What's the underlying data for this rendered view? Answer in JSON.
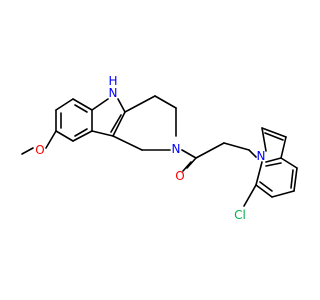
{
  "structure": {
    "atoms": {
      "nh": "N",
      "nh_h": "H",
      "n_ring": "N",
      "n_indole": "N",
      "o_methoxy": "O",
      "o_carbonyl": "O",
      "cl": "Cl"
    },
    "colors": {
      "carbon_bond": "#000000",
      "nitrogen": "#0000ff",
      "oxygen": "#ff0000",
      "chlorine": "#00b050"
    }
  }
}
